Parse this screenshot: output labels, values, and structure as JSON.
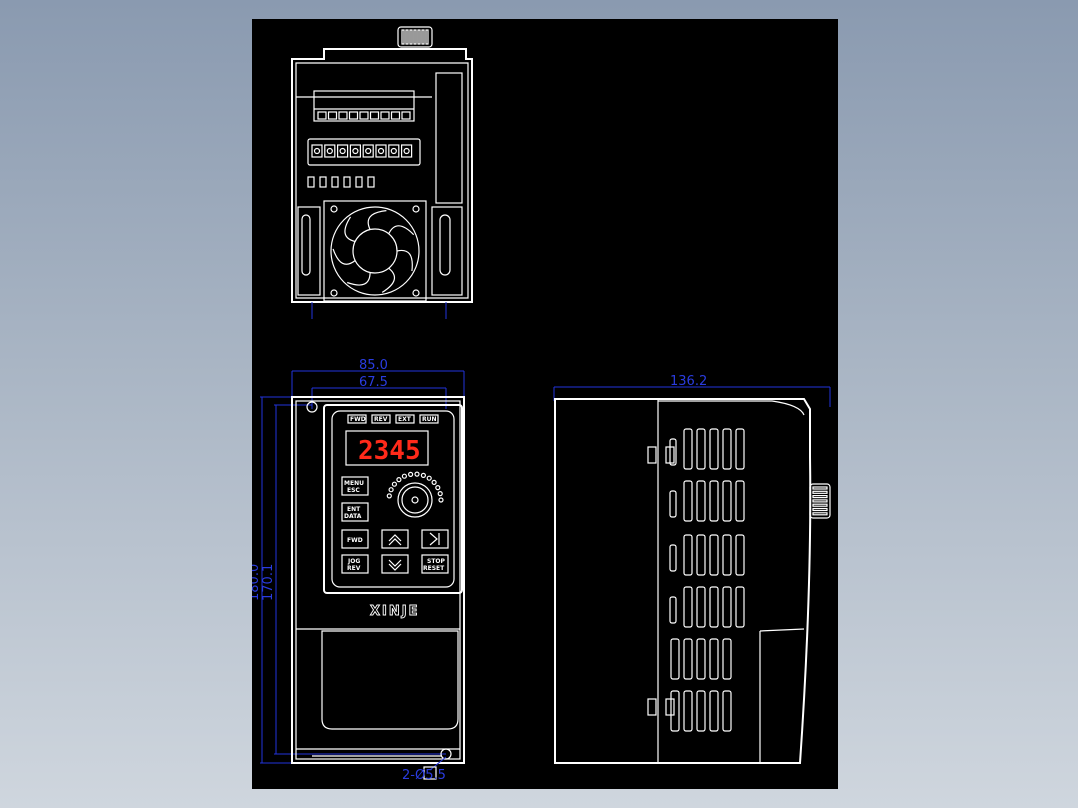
{
  "drawing": {
    "background_color": "#000000",
    "line_color": "#ffffff",
    "dimension_color": "#2a3ce0",
    "display_color": "#ff2a1a"
  },
  "dimensions": {
    "overall_width": "85.0",
    "mounting_width": "67.5",
    "depth": "136.2",
    "overall_height": "180.0",
    "mounting_height": "170.1",
    "mounting_hole": "2-Ø5.5"
  },
  "front_panel": {
    "indicators": [
      "FWD",
      "REV",
      "EXT",
      "RUN"
    ],
    "display_value": "2345",
    "brand": "XINJE",
    "keys": {
      "menu": [
        "MENU",
        "ESC"
      ],
      "ent": [
        "ENT",
        "DATA"
      ],
      "fwd": "FWD",
      "jog": [
        "JOG",
        "REV"
      ],
      "stop": [
        "STOP",
        "RESET"
      ]
    }
  }
}
